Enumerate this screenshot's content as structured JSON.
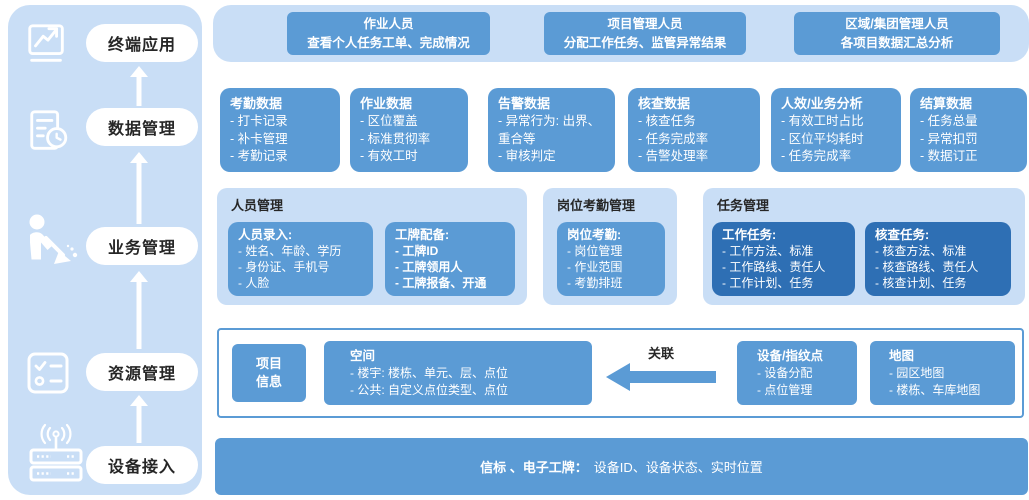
{
  "palette": {
    "sidebar_bg": "#c9def6",
    "container_light_blue": "#c9def6",
    "box_blue": "#5b9bd5",
    "box_dark_blue": "#2e6fb4",
    "border_blue": "#5b9bd5",
    "text_dark": "#262626",
    "text_white": "#ffffff"
  },
  "sidebar": {
    "layers": [
      {
        "label": "终端应用",
        "icon": "trend-chart-icon"
      },
      {
        "label": "数据管理",
        "icon": "document-clock-icon"
      },
      {
        "label": "业务管理",
        "icon": "cleaner-icon"
      },
      {
        "label": "资源管理",
        "icon": "checklist-icon"
      },
      {
        "label": "设备接入",
        "icon": "device-antenna-icon"
      }
    ]
  },
  "apps_row": {
    "boxes": [
      {
        "title": "作业人员",
        "desc": "查看个人任务工单、完成情况"
      },
      {
        "title": "项目管理人员",
        "desc": "分配工作任务、监管异常结果"
      },
      {
        "title": "区域/集团管理人员",
        "desc": "各项目数据汇总分析"
      }
    ]
  },
  "data_row": {
    "boxes": [
      {
        "title": "考勤数据",
        "items": [
          "- 打卡记录",
          "- 补卡管理",
          "- 考勤记录"
        ]
      },
      {
        "title": "作业数据",
        "items": [
          "- 区位覆盖",
          "- 标准贯彻率",
          "- 有效工时"
        ]
      },
      {
        "title": "告警数据",
        "items": [
          "- 异常行为: 出界、重合等",
          "- 审核判定"
        ]
      },
      {
        "title": "核查数据",
        "items": [
          "- 核查任务",
          "- 任务完成率",
          "- 告警处理率"
        ]
      },
      {
        "title": "人效/业务分析",
        "items": [
          "- 有效工时占比",
          "- 区位平均耗时",
          "- 任务完成率"
        ]
      },
      {
        "title": "结算数据",
        "items": [
          "- 任务总量",
          "- 异常扣罚",
          "- 数据订正"
        ]
      }
    ]
  },
  "business_row": {
    "sections": [
      {
        "title": "人员管理",
        "boxes": [
          {
            "title": "人员录入:",
            "items": [
              "- 姓名、年龄、学历",
              "- 身份证、手机号",
              "- 人脸"
            ]
          },
          {
            "title": "工牌配备:",
            "items": [
              "- 工牌ID",
              "- 工牌领用人",
              "- 工牌报备、开通"
            ]
          }
        ]
      },
      {
        "title": "岗位考勤管理",
        "boxes": [
          {
            "title": "岗位考勤:",
            "items": [
              "- 岗位管理",
              "- 作业范围",
              "- 考勤排班"
            ]
          }
        ]
      },
      {
        "title": "任务管理",
        "boxes": [
          {
            "title": "工作任务:",
            "items": [
              "- 工作方法、标准",
              "- 工作路线、责任人",
              "- 工作计划、任务"
            ]
          },
          {
            "title": "核查任务:",
            "items": [
              "- 核查方法、标准",
              "- 核查路线、责任人",
              "- 核查计划、任务"
            ]
          }
        ]
      }
    ]
  },
  "resource_row": {
    "project_box": {
      "line1": "项目",
      "line2": "信息"
    },
    "space_box": {
      "title": "空间",
      "items": [
        "- 楼宇: 楼栋、单元、层、点位",
        "- 公共: 自定义点位类型、点位"
      ]
    },
    "link_label": "关联",
    "device_box": {
      "title": "设备/指纹点",
      "items": [
        "- 设备分配",
        "- 点位管理"
      ]
    },
    "map_box": {
      "title": "地图",
      "items": [
        "- 园区地图",
        "- 楼栋、车库地图"
      ]
    }
  },
  "device_row": {
    "bold": "信标 、电子工牌：",
    "rest": "设备ID、设备状态、实时位置"
  }
}
